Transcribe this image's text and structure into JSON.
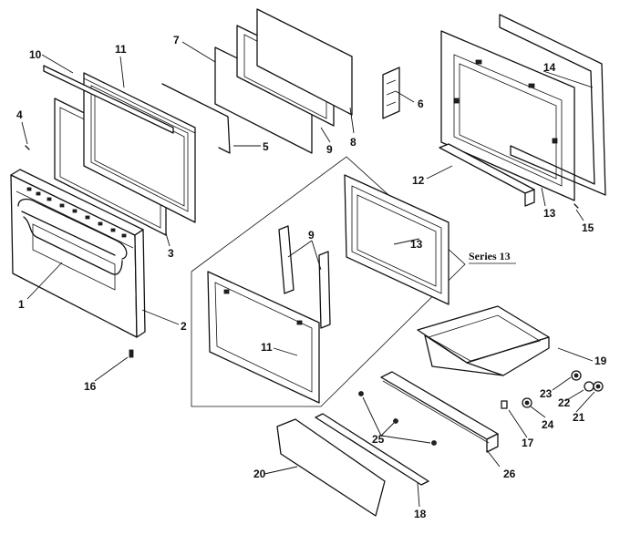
{
  "diagram": {
    "series_label": "Series 13",
    "callouts": {
      "c1": "1",
      "c2": "2",
      "c3": "3",
      "c4": "4",
      "c5": "5",
      "c6": "6",
      "c7": "7",
      "c8": "8",
      "c9a": "9",
      "c9b": "9",
      "c10": "10",
      "c11a": "11",
      "c11b": "11",
      "c12": "12",
      "c13a": "13",
      "c13b": "13",
      "c14": "14",
      "c15": "15",
      "c16": "16",
      "c17": "17",
      "c18": "18",
      "c19": "19",
      "c20": "20",
      "c21": "21",
      "c22": "22",
      "c23": "23",
      "c24": "24",
      "c25": "25",
      "c26": "26"
    }
  }
}
